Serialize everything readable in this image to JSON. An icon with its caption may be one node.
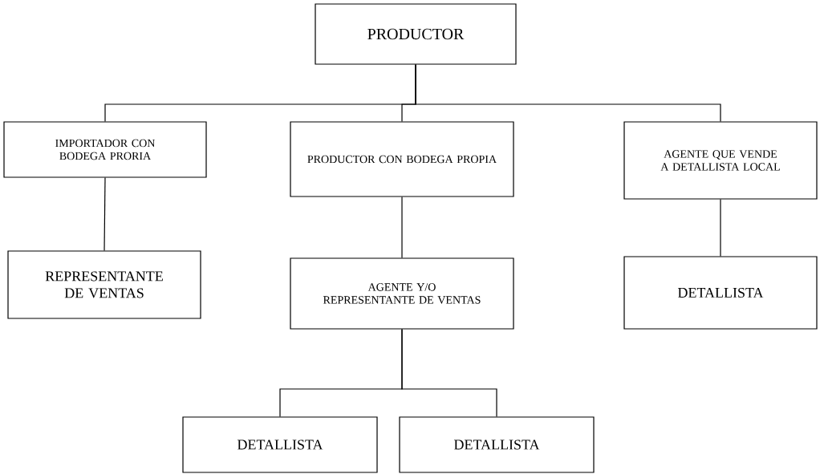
{
  "diagram": {
    "nodes": [
      {
        "text": [
          "PRODUCTOR"
        ]
      },
      {
        "text": [
          "IMPORTADOR CON BODEGA PRORIA"
        ]
      },
      {
        "text": [
          "PRODUCTOR CON BODEGA PROPIA"
        ]
      },
      {
        "text": [
          "AGENTE QUE VENDE A DETALLISTA LOCAL"
        ]
      },
      {
        "text": [
          "REPRESENTANTE DE VENTAS"
        ]
      },
      {
        "text": [
          "AGENTE Y/O REPRESENTANTE DE VENTAS"
        ]
      },
      {
        "text": [
          "DETALLISTA"
        ]
      },
      {
        "text": [
          "DETALLISTA"
        ]
      },
      {
        "text": [
          "DETALLISTA"
        ]
      }
    ],
    "edges": [
      {
        "from": 0,
        "to": 1,
        "arrow": "none"
      },
      {
        "from": 0,
        "to": 2,
        "arrow": "none"
      },
      {
        "from": 0,
        "to": 3,
        "arrow": "none"
      },
      {
        "from": 1,
        "to": 4,
        "arrow": "none"
      },
      {
        "from": 2,
        "to": 5,
        "arrow": "none"
      },
      {
        "from": 3,
        "to": 6,
        "arrow": "none"
      },
      {
        "from": 5,
        "to": 7,
        "arrow": "none"
      },
      {
        "from": 5,
        "to": 8,
        "arrow": "none"
      }
    ]
  }
}
